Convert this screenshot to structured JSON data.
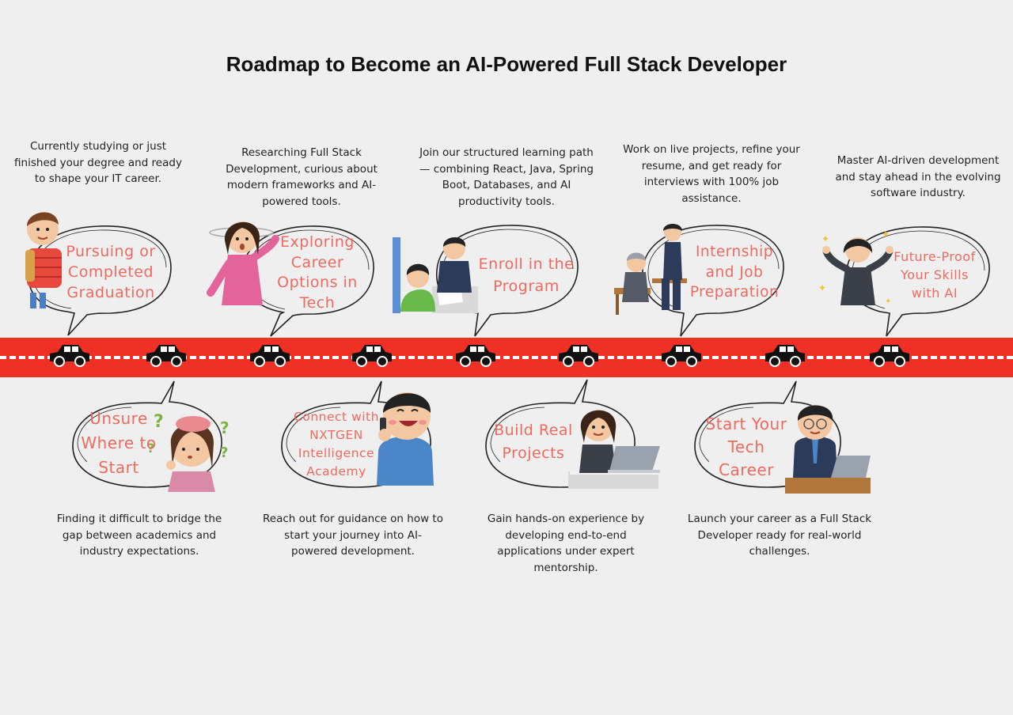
{
  "title": "Roadmap to Become an AI-Powered Full Stack Developer",
  "top_steps": [
    {
      "label": "Pursuing or Completed Graduation",
      "desc": "Currently studying or just finished your degree and ready to shape your IT career."
    },
    {
      "label": "Exploring Career Options in Tech",
      "desc": "Researching Full Stack Development, curious about modern frameworks and AI-powered tools."
    },
    {
      "label": "Enroll in the Program",
      "desc": "Join our structured learning path — combining React, Java, Spring Boot, Databases, and AI productivity tools."
    },
    {
      "label": "Internship and Job Preparation",
      "desc": "Work on live projects, refine your resume, and get ready for interviews with 100% job assistance."
    },
    {
      "label": "Future-Proof Your Skills with AI",
      "desc": "Master AI-driven development and stay ahead in the evolving software industry."
    }
  ],
  "bottom_steps": [
    {
      "label": "Unsure Where to Start",
      "desc": "Finding it difficult to bridge the gap between academics and industry expectations."
    },
    {
      "label": "Connect with NXTGEN Intelligence Academy",
      "desc": "Reach out for guidance on how to start your journey into AI-powered development."
    },
    {
      "label": "Build Real Projects",
      "desc": "Gain hands-on experience by developing end-to-end applications under expert mentorship."
    },
    {
      "label": "Start Your Tech Career",
      "desc": "Launch your career as a Full Stack Developer ready for real-world challenges."
    }
  ],
  "colors": {
    "road": "#ee3124",
    "label": "#ef6a5e",
    "car": "#111111"
  },
  "icons": {
    "car": "car-icon"
  }
}
